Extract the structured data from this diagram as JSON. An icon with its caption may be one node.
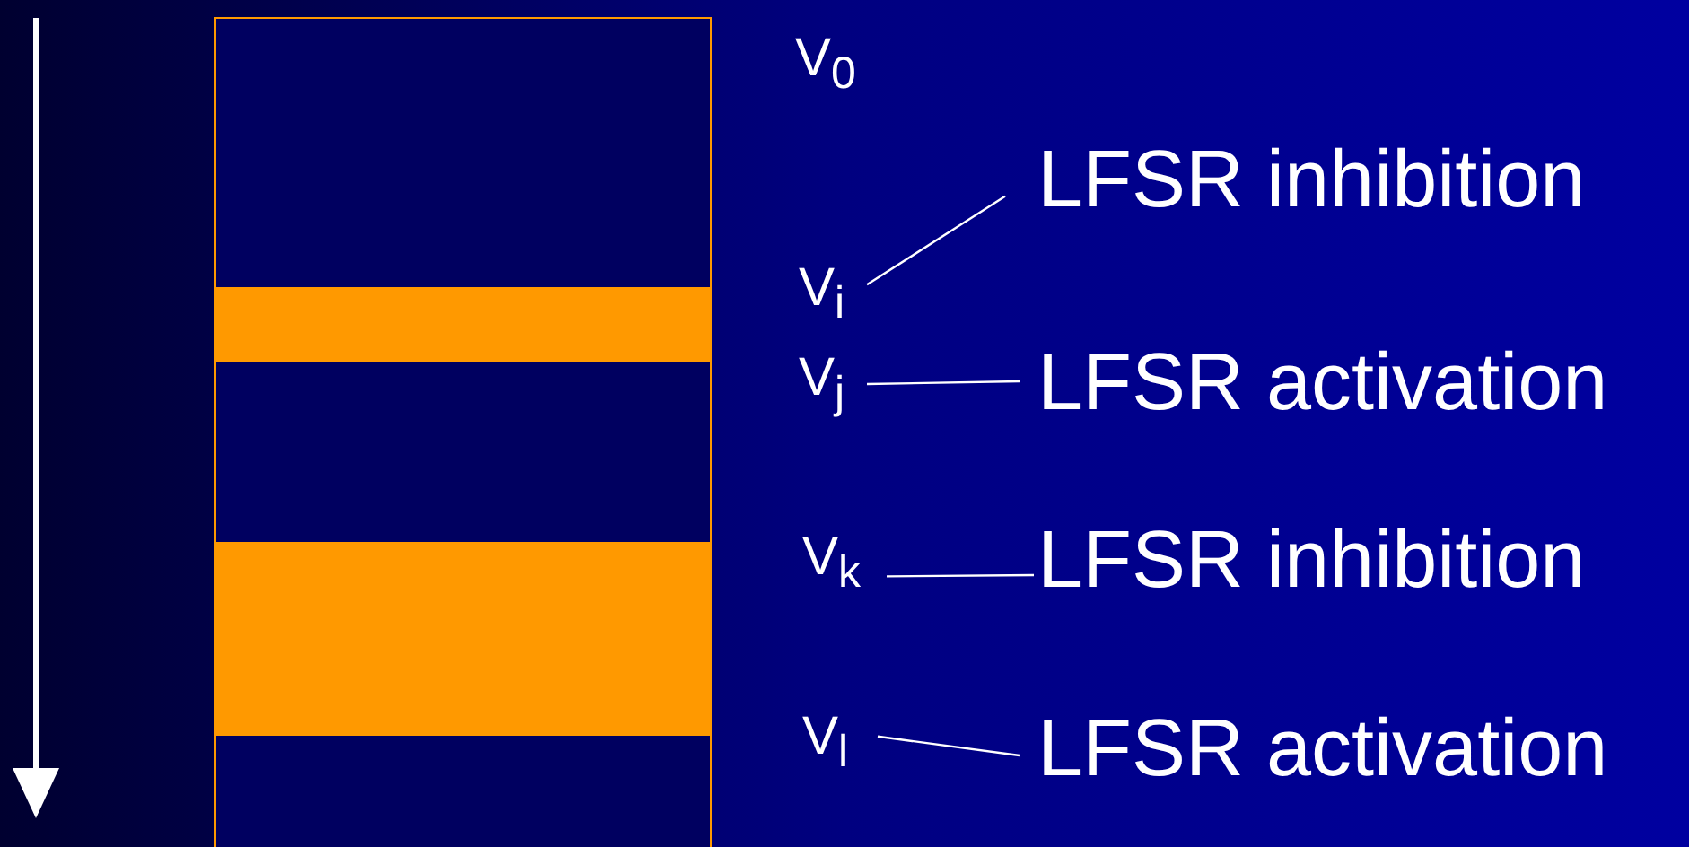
{
  "diagram": {
    "nodes": [
      {
        "text": [
          "LFSR inhibition"
        ]
      },
      {
        "text": [
          "V$_{i}$"
        ]
      },
      {
        "text": [
          "V$_{j}$"
        ]
      },
      {
        "text": [
          "LFSR activation"
        ]
      },
      {
        "text": [
          "V$_{k}$"
        ]
      },
      {
        "text": [
          "LFSR inhibition"
        ]
      },
      {
        "text": [
          "V$_{l}$"
        ]
      },
      {
        "text": [
          "LFSR activation"
        ]
      }
    ],
    "edges": [
      {
        "from": 0,
        "to": 1,
        "arrow": "none"
      },
      {
        "from": 3,
        "to": 2,
        "arrow": "none"
      },
      {
        "from": 5,
        "to": 4,
        "arrow": "none"
      },
      {
        "from": 7,
        "to": 6,
        "arrow": "none"
      }
    ],
    "labels": [
      "V$_{0}$"
    ]
  }
}
